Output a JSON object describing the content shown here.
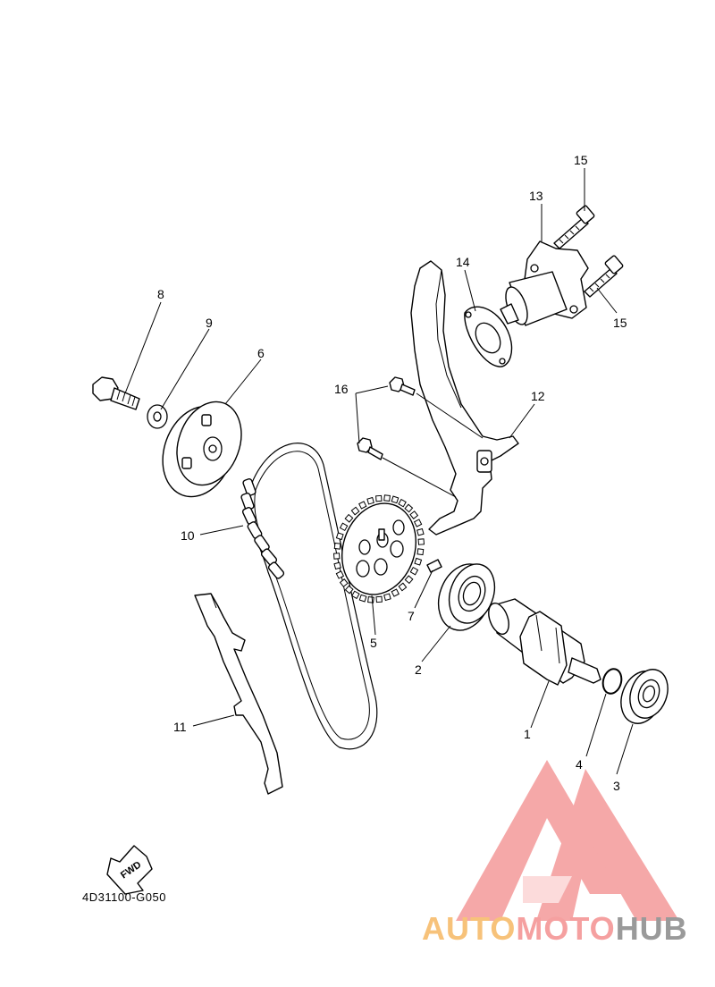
{
  "diagram": {
    "callouts": [
      {
        "id": "1",
        "text": "1"
      },
      {
        "id": "2",
        "text": "2"
      },
      {
        "id": "3",
        "text": "3"
      },
      {
        "id": "4",
        "text": "4"
      },
      {
        "id": "5",
        "text": "5"
      },
      {
        "id": "6",
        "text": "6"
      },
      {
        "id": "7",
        "text": "7"
      },
      {
        "id": "8",
        "text": "8"
      },
      {
        "id": "9",
        "text": "9"
      },
      {
        "id": "10",
        "text": "10"
      },
      {
        "id": "11",
        "text": "11"
      },
      {
        "id": "12",
        "text": "12"
      },
      {
        "id": "13",
        "text": "13"
      },
      {
        "id": "14",
        "text": "14"
      },
      {
        "id": "15a",
        "text": "15"
      },
      {
        "id": "15b",
        "text": "15"
      },
      {
        "id": "16",
        "text": "16"
      }
    ],
    "fwd_label": "FWD",
    "drawing_code": "4D31100-G050"
  },
  "watermark": {
    "part1": "AUTO",
    "part2": "MOTO",
    "part3": "HUB",
    "colors": {
      "auto": "#f7c27a",
      "moto": "#f5a0a0",
      "hub": "#9a9a9a",
      "logo": "#f28b8b"
    }
  }
}
